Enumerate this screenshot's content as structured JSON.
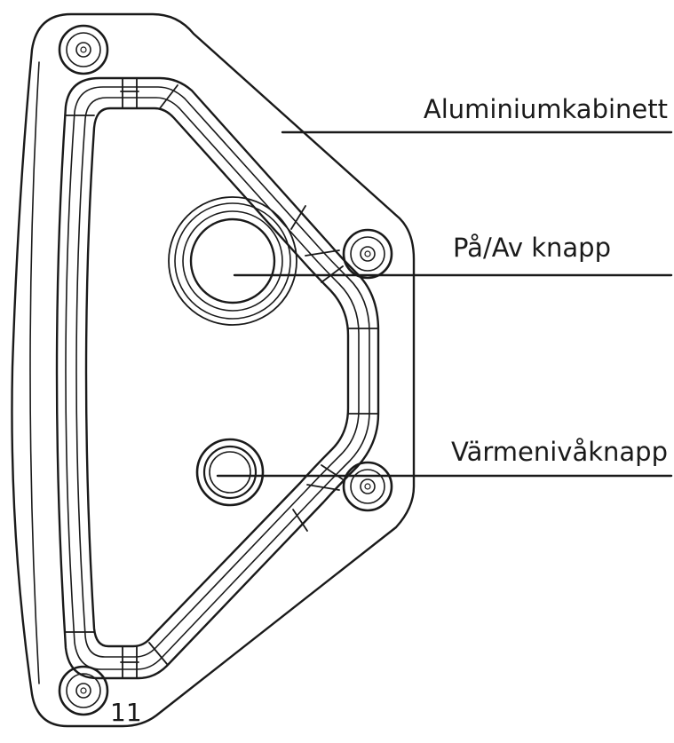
{
  "diagram": {
    "labels": {
      "cabinet": "Aluminiumkabinett",
      "power_button": "På/Av knapp",
      "heat_button": "Värmenivåknapp"
    },
    "part_number": "11",
    "icons": {
      "screws": [
        "torx-screw-icon",
        "torx-screw-icon",
        "torx-screw-icon",
        "torx-screw-icon"
      ],
      "buttons": [
        "power-button-icon",
        "heat-level-button-icon"
      ]
    },
    "colors": {
      "line": "#1a1a1a",
      "background": "#ffffff"
    }
  }
}
